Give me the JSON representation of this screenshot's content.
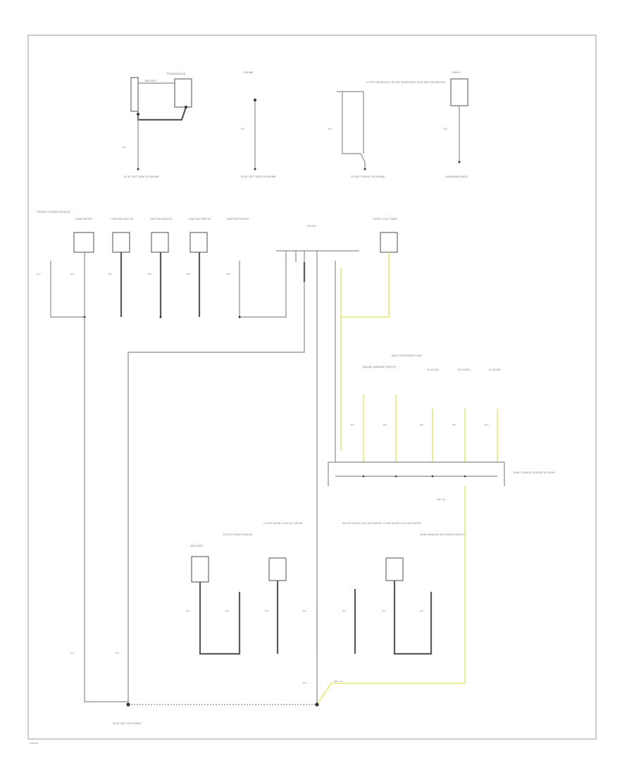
{
  "colors": {
    "wire": "#8c8c8c",
    "wire_dark": "#5a5a5a",
    "wire_yellow": "#e8e87a",
    "border": "#9a9a9a"
  },
  "diagram": {
    "footer_code": "G000000",
    "top_row": {
      "transmission_label": "TRANSMISSION",
      "battery_label": "BATTERY",
      "engine_label": "ENGINE",
      "multi_label": "LH FRT HEADLIGHT, RH FRT HEADLIGHT, ELECTRIC FAN MOTOR",
      "radio_label": "RADIO",
      "ground_g1": "G1 AT LEFT SIDE OF ENGINE",
      "ground_g2": "G2 AT LEFT SIDE OF ENGINE",
      "ground_g3": "G3 LEFT FRONT OF ENGINE",
      "ground_g4": "G4 BEHIND RADIO"
    },
    "mid_row": {
      "labels": [
        "CRUISE CONTROL MODULE",
        "COMB METER",
        "IGNITION SWITCH",
        "IGNITION SWITCH",
        "IGNITION SWITCH",
        "IGNITION SWITCH",
        "SPLICE",
        "DOOR LOCK TIMER"
      ]
    },
    "right_cluster": {
      "labels": [
        "HAZARD WARNING SWITCH",
        "BODY INTEGRATED UNIT",
        "LH DOOR",
        "RH DOOR",
        "LH DOOR"
      ],
      "junction_label": "JOINT CONN AT CENTER OF DASH",
      "yellow_tag": "BRN YEL"
    },
    "bottom_row": {
      "labels": [
        "SEAT BELT",
        "CLUTCH START SWITCH",
        "LH FRT DOOR LOCK ACTUATOR",
        "RH FRT DOOR LOCK ACTUATOR",
        "LH RR DOOR LOCK ACTUATOR",
        "REAR WINDOW DEFOGGER SWITCH"
      ],
      "ground_main": "G5 AT LEFT KICK PANEL",
      "yellow_tag": "BRN YEL"
    },
    "wire_code": "BLK"
  }
}
